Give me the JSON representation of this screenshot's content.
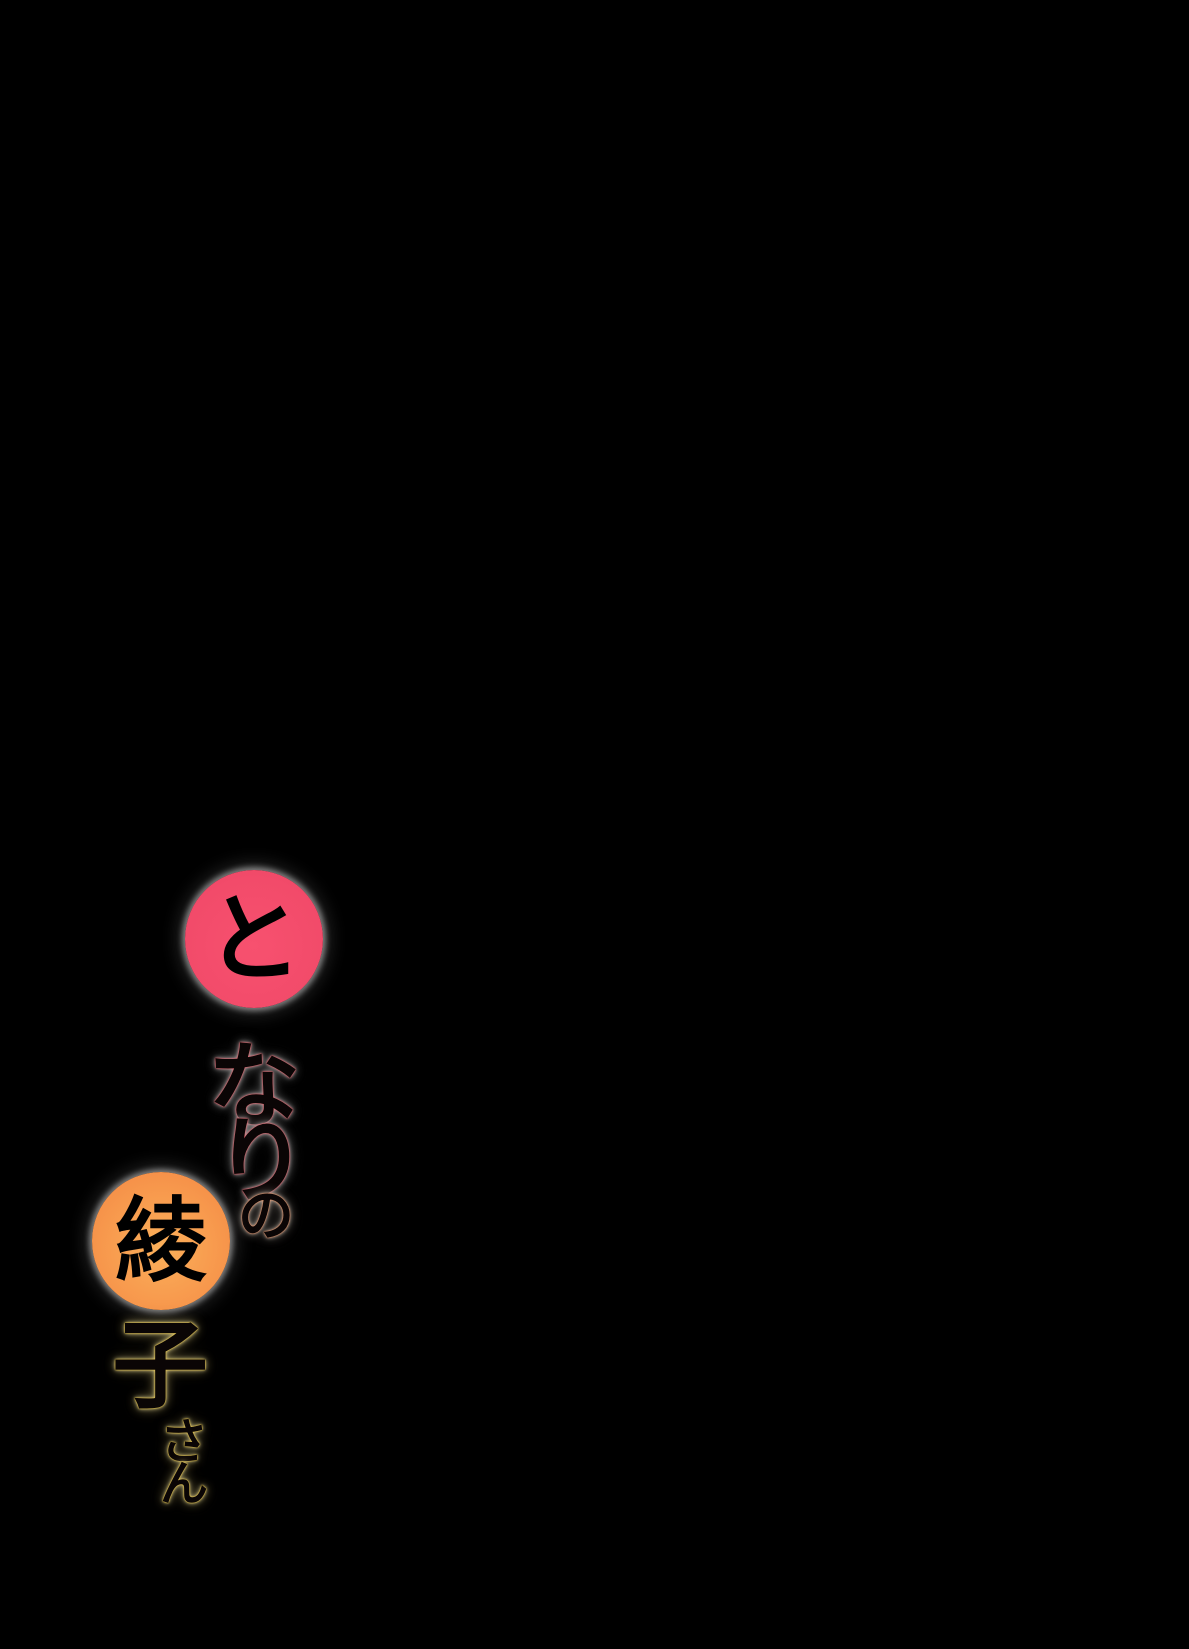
{
  "title": {
    "full_text": "となりの綾子さん",
    "segments": [
      {
        "id": "to",
        "text": "と",
        "style": "circle",
        "circle_color": "#f24b6a"
      },
      {
        "id": "na",
        "text": "な",
        "style": "outlined",
        "glow_color": "#e8505c"
      },
      {
        "id": "ri",
        "text": "り",
        "style": "outlined",
        "glow_color": "#e8505c"
      },
      {
        "id": "no",
        "text": "の",
        "style": "outlined-small",
        "glow_color": "#e88a5c"
      },
      {
        "id": "aya",
        "text": "綾",
        "style": "circle",
        "circle_color": "#f7974c"
      },
      {
        "id": "ko",
        "text": "子",
        "style": "outlined",
        "glow_color": "#e9c23e"
      },
      {
        "id": "sa",
        "text": "さ",
        "style": "outlined-small",
        "glow_color": "#e9c23e"
      },
      {
        "id": "n",
        "text": "ん",
        "style": "outlined-small",
        "glow_color": "#e9c23e"
      }
    ]
  },
  "background_color": "#000000"
}
